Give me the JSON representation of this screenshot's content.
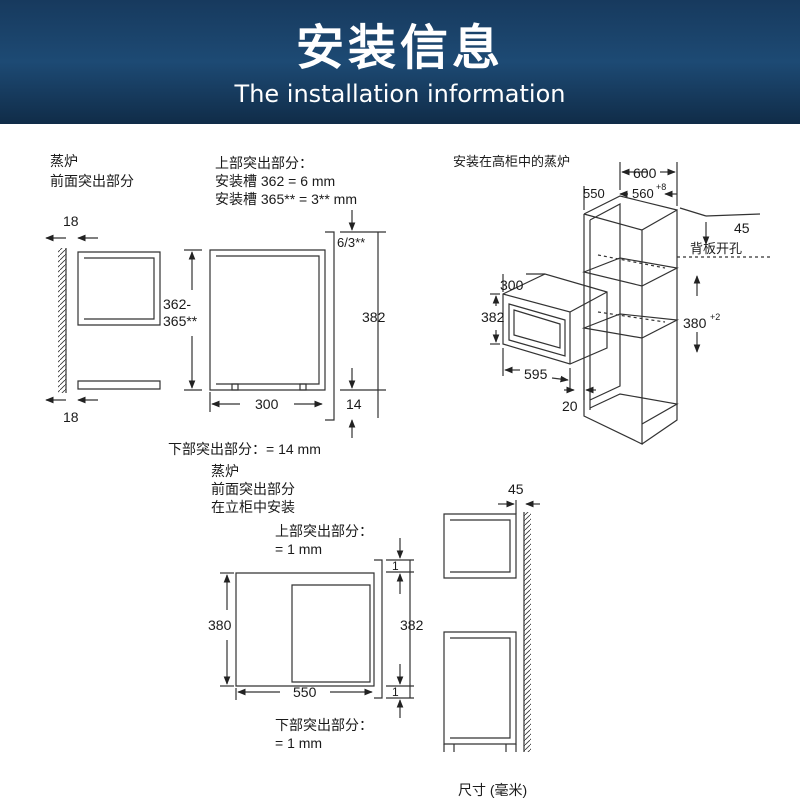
{
  "header": {
    "title": "安装信息",
    "subtitle": "The installation information"
  },
  "diagram1": {
    "label_line1": "蒸炉",
    "label_line2": "前面突出部分",
    "top_title": "上部突出部分：",
    "top_line1": "安装槽 362 = 6 mm",
    "top_line2": "安装槽 365** = 3** mm",
    "dim_18_top": "18",
    "dim_18_bottom": "18",
    "dim_362_a": "362-",
    "dim_362_b": "365**",
    "dim_6_3": "6/3**",
    "dim_382": "382",
    "dim_300": "300",
    "dim_14": "14",
    "bottom_note": "下部突出部分：= 14 mm"
  },
  "diagram2": {
    "title": "安装在高柜中的蒸炉",
    "dim_600": "600",
    "dim_550": "550",
    "dim_560": "560",
    "dim_560_sup": "+8",
    "dim_45": "45",
    "back_hole": "背板开孔",
    "dim_300": "300",
    "dim_382": "382",
    "dim_380": "380",
    "dim_380_sup": "+2",
    "dim_595": "595",
    "dim_20": "20"
  },
  "diagram3": {
    "label_line1": "蒸炉",
    "label_line2": "前面突出部分",
    "label_line3": "在立柜中安装",
    "top_title": "上部突出部分：",
    "top_value": "= 1 mm",
    "dim_45": "45",
    "dim_1_top": "1",
    "dim_380": "380",
    "dim_382": "382",
    "dim_550": "550",
    "dim_1_bottom": "1",
    "bottom_title": "下部突出部分：",
    "bottom_value": "= 1 mm",
    "unit": "尺寸 (毫米)"
  }
}
